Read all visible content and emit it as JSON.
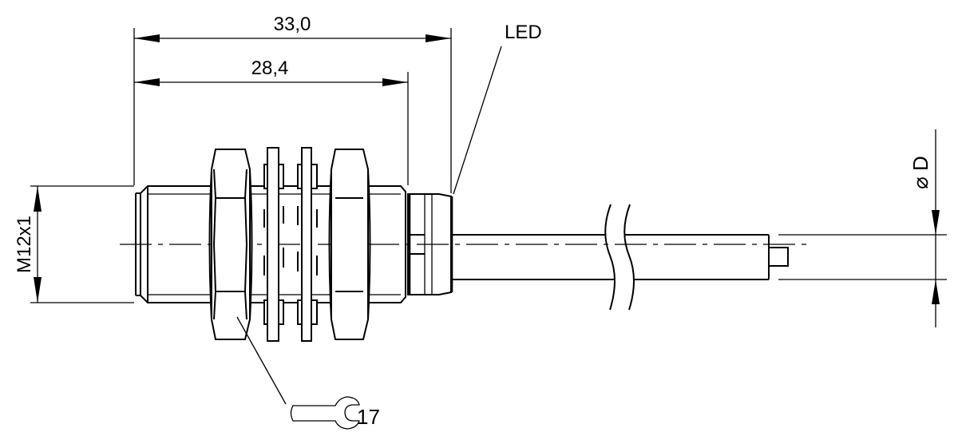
{
  "dimensions": {
    "overall_length": "33,0",
    "thread_length": "28,4",
    "thread": "M12x1",
    "cable_diameter": "D",
    "diameter_symbol": "⌀"
  },
  "callouts": {
    "led": "LED",
    "wrench_size": "17"
  },
  "colors": {
    "line": "#000000",
    "background": "#ffffff"
  }
}
